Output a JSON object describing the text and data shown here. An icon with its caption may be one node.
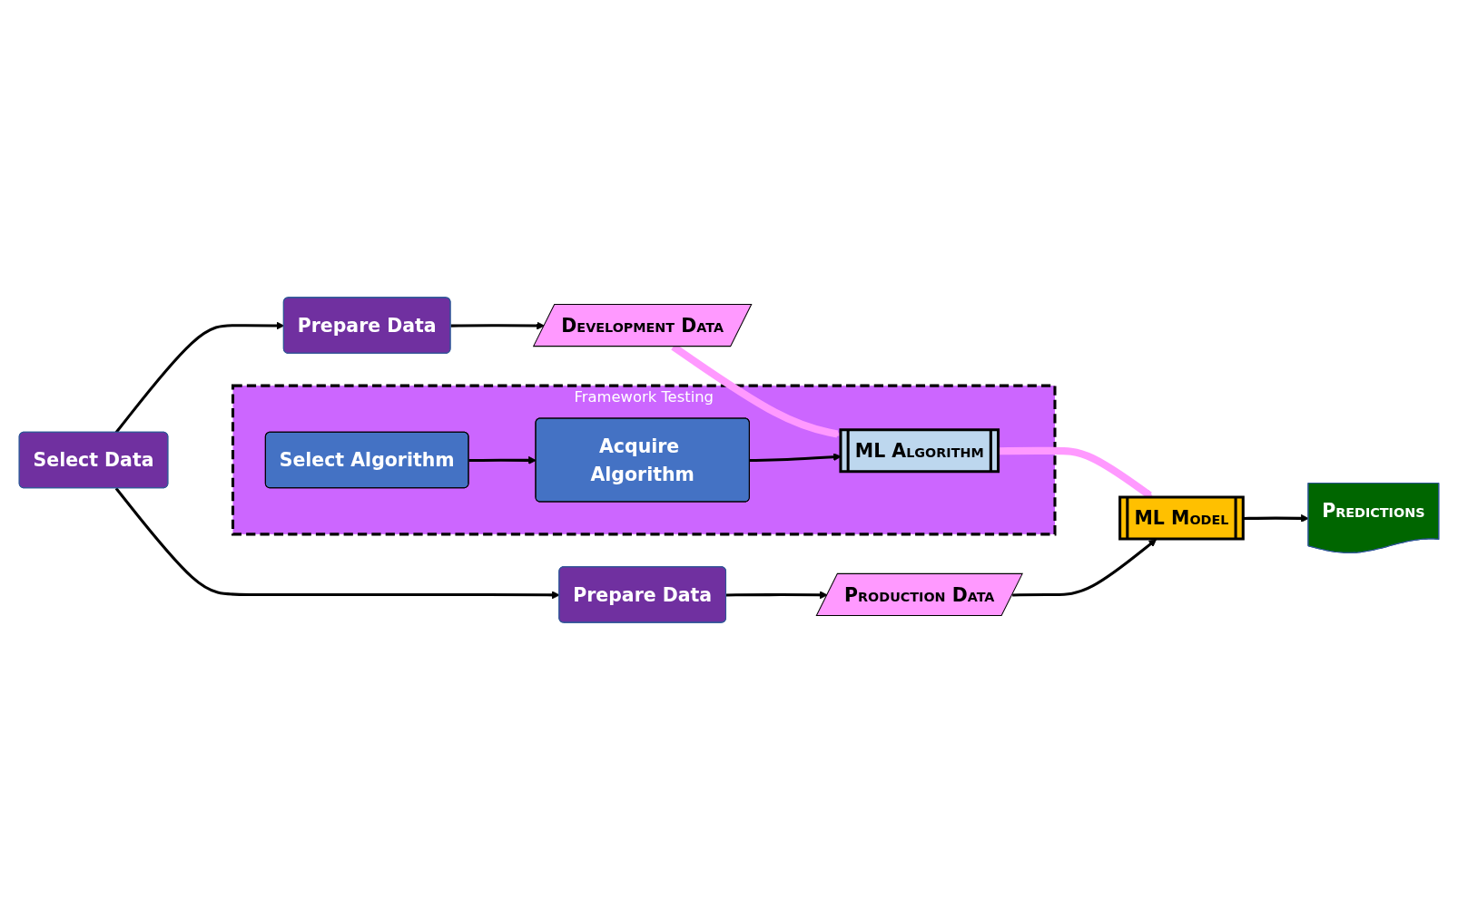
{
  "diagram": {
    "nodes": [
      {
        "text": [
          "Select Data"
        ]
      },
      {
        "text": [
          "Prepare Data"
        ]
      },
      {
        "text": [
          "Development Data"
        ]
      },
      {
        "text": [
          "Framework Testing"
        ]
      },
      {
        "text": [
          "ML Algorithm"
        ],
        "in": 3
      },
      {
        "text": [
          "Acquire Algorithm"
        ],
        "in": 3
      },
      {
        "text": [
          "Select Algorithm"
        ],
        "in": 3
      },
      {
        "text": [
          "Prepare Data"
        ]
      },
      {
        "text": [
          "Production Data"
        ]
      },
      {
        "text": [
          "ML Model"
        ]
      },
      {
        "text": [
          "Predictions"
        ]
      }
    ],
    "edges": [
      {
        "from": 0,
        "to": 7,
        "arrow": "to"
      },
      {
        "from": 0,
        "to": 1,
        "arrow": "to"
      },
      {
        "from": 1,
        "to": 2,
        "arrow": "to"
      },
      {
        "from": 2,
        "to": 4,
        "arrow": "to",
        "style": "thick",
        "color": "#ff99ff"
      },
      {
        "from": 6,
        "to": 5,
        "arrow": "to"
      },
      {
        "from": 5,
        "to": 4,
        "arrow": "to"
      },
      {
        "from": 4,
        "to": 9,
        "arrow": "to",
        "style": "thick",
        "color": "#ff99ff"
      },
      {
        "from": 7,
        "to": 8,
        "arrow": "to"
      },
      {
        "from": 8,
        "to": 9,
        "arrow": "to"
      },
      {
        "from": 9,
        "to": 10,
        "arrow": "to"
      }
    ]
  }
}
